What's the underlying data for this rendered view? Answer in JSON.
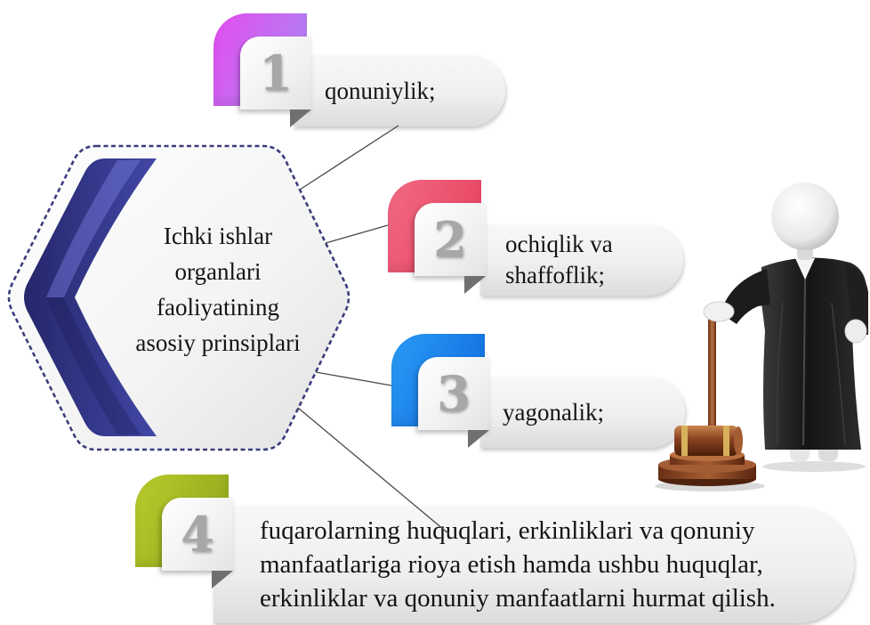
{
  "center": {
    "lines": [
      "Ichki ishlar",
      "organlari",
      "faoliyatining",
      "asosiy prinsiplari"
    ]
  },
  "items": [
    {
      "number": "1",
      "lines": [
        "qonuniylik;"
      ],
      "color_from": "#e44cf0",
      "color_to": "#a68cf4"
    },
    {
      "number": "2",
      "lines": [
        "ochiqlik va",
        "shaffoflik;"
      ],
      "color_from": "#f26a86",
      "color_to": "#e63e5a"
    },
    {
      "number": "3",
      "lines": [
        "yagonalik;"
      ],
      "color_from": "#2a9bf6",
      "color_to": "#0f68de"
    },
    {
      "number": "4",
      "lines": [
        "fuqarolarning huquqlari, erkinliklari va qonuniy",
        "manfaatlariga rioya etish hamda ushbu huquqlar,",
        "erkinliklar va qonuniy manfaatlarni hurmat qilish."
      ],
      "color_from": "#b8cc2c",
      "color_to": "#8ea21b"
    }
  ],
  "colors": {
    "hexagon_border": "#3a3d7c",
    "hexagon_accent_dark": "#24276a",
    "hexagon_accent_light": "#4247a6"
  }
}
